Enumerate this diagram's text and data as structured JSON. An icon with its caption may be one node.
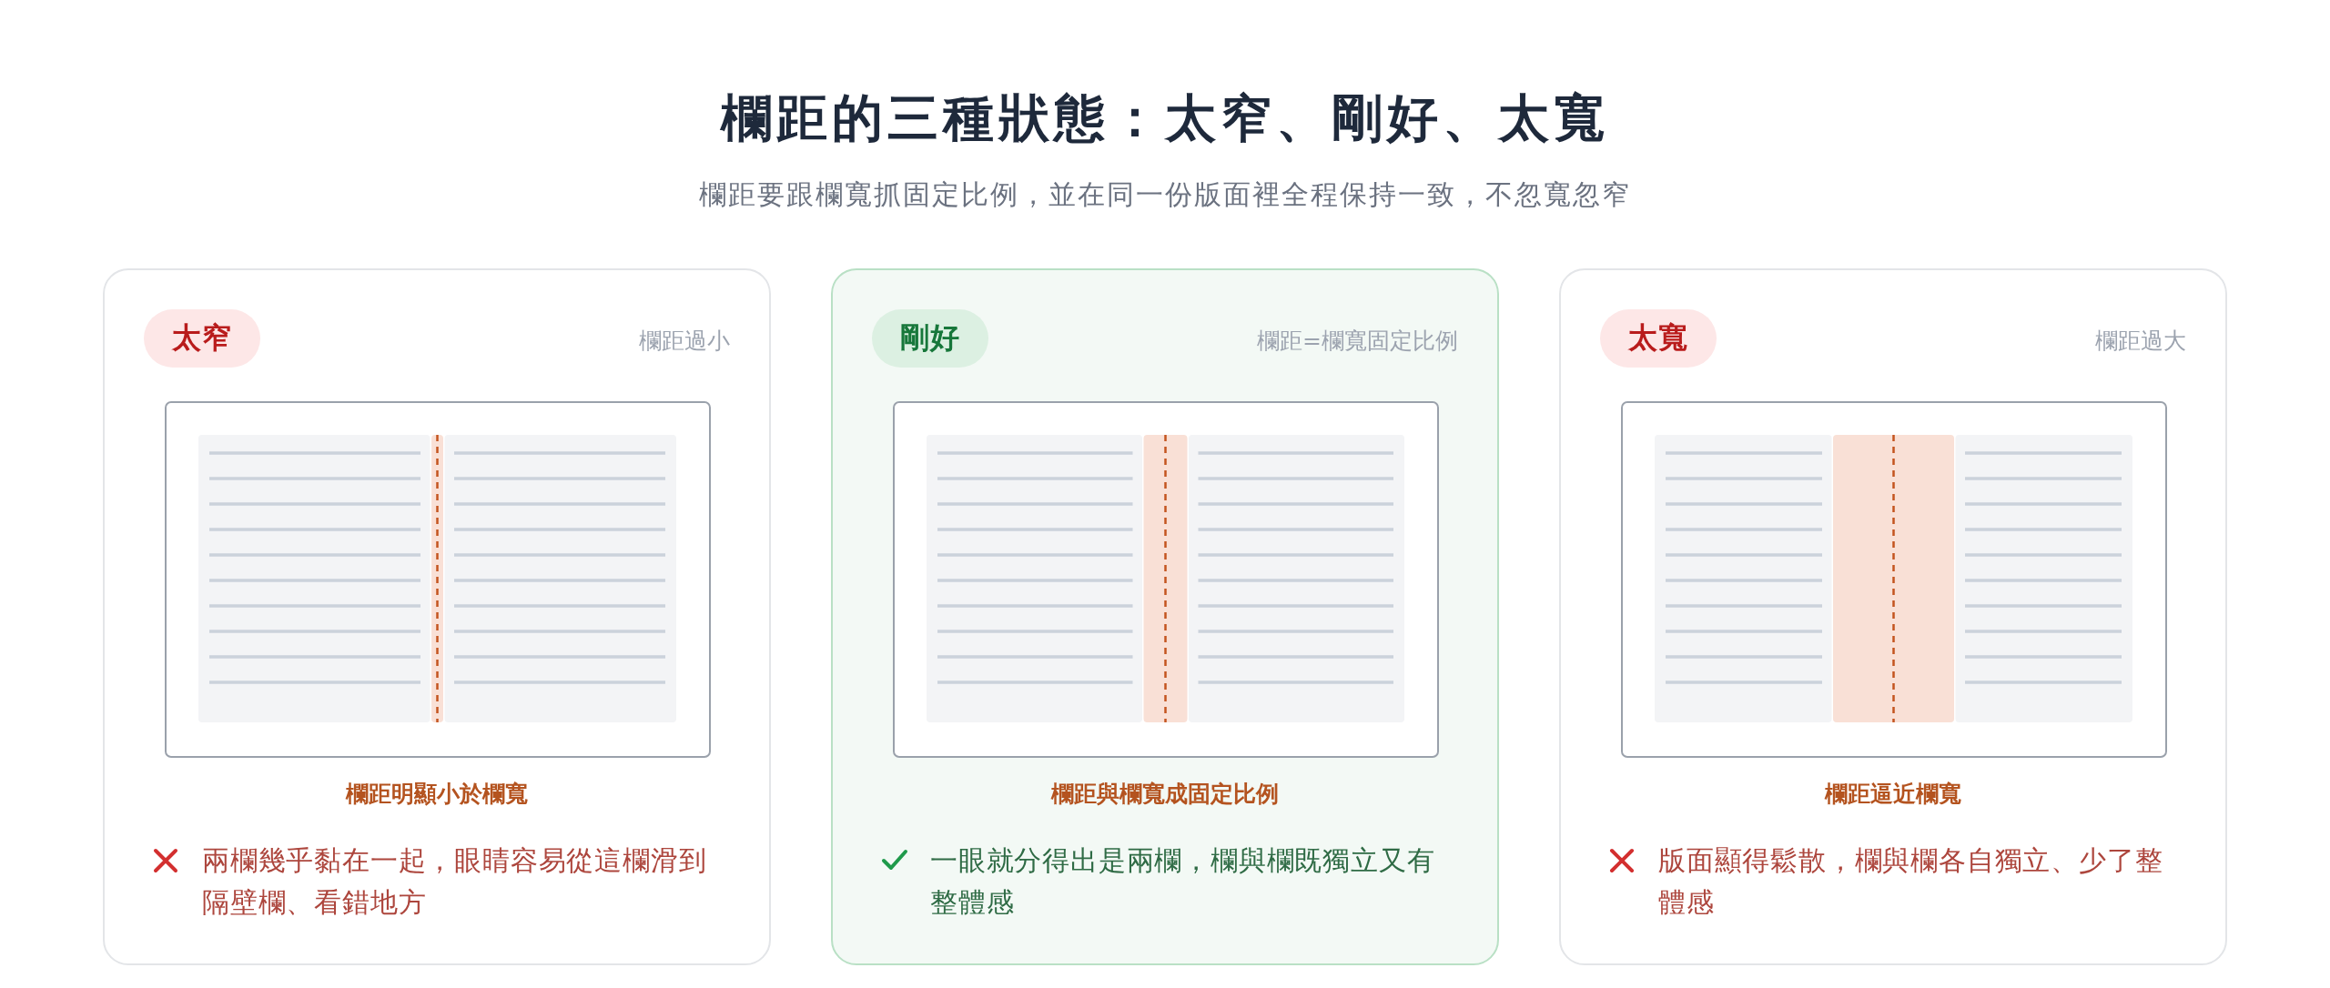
{
  "diagram": {
    "title": "欄距的三種狀態：太窄、剛好、太寬",
    "nodes": [
      {
        "text": [
          "欄距過小",
          "欄距明顯小於欄寬",
          "兩欄幾乎黏在一起，眼睛容易從這欄滑到隔壁欄、看錯地方"
        ]
      },
      {
        "text": [
          "太窄"
        ],
        "in": 0
      },
      {
        "text": [
          "欄距=欄寬固定比例",
          "欄距與欄寬成固定比例",
          "一眼就分得出是兩欄，欄與欄既獨立又有整體感"
        ]
      },
      {
        "text": [
          "剛好"
        ],
        "in": 2
      },
      {
        "text": [
          "欄距過大",
          "欄距逼近欄寬",
          "版面顯得鬆散，欄與欄各自獨立、少了整體感"
        ]
      },
      {
        "text": [
          "太寬"
        ],
        "in": 4
      }
    ],
    "labels": [
      "欄距要跟欄寬抓固定比例，並在同一份版面裡全程保持一致，不忽寬忽窄"
    ]
  }
}
